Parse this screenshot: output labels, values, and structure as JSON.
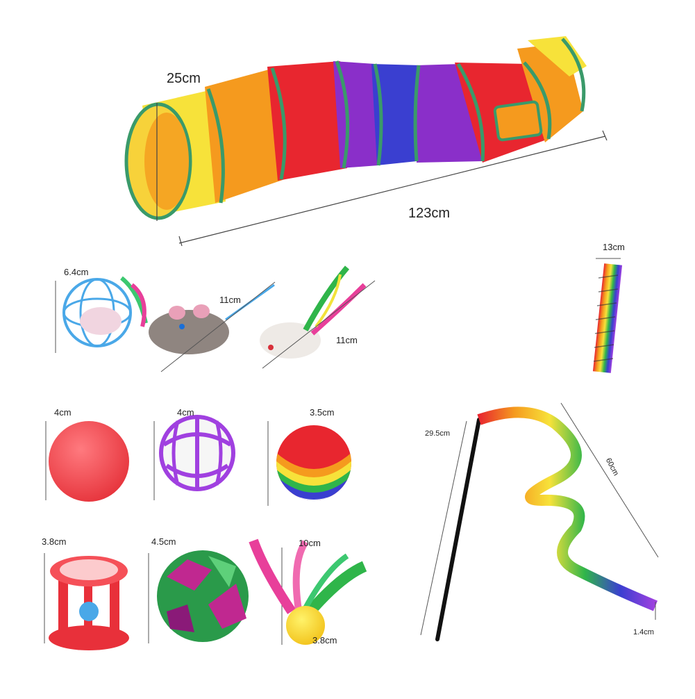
{
  "labels": {
    "tunnel_diameter": "25cm",
    "tunnel_length": "123cm",
    "cage_ball": "6.4cm",
    "grey_mouse": "11cm",
    "white_mouse": "11cm",
    "spring": "13cm",
    "red_ball": "4cm",
    "bell_ball": "4cm",
    "rainbow_ball": "3.5cm",
    "rattle": "3.8cm",
    "crinkle_ball": "4.5cm",
    "feather_toy": "10cm",
    "feather_ball": "3.8cm",
    "wand_stick": "29.5cm",
    "wand_ribbon": "60cm",
    "ribbon_width": "1.4cm"
  },
  "colors": {
    "yellow": "#f7e23a",
    "orange": "#f59a1e",
    "red": "#e8262f",
    "purple": "#8a2fc9",
    "blue": "#3a3fd0",
    "green_rim": "#3a9a6a",
    "ball_red": "#f0474f",
    "cage_blue": "#4aa8e8",
    "bell_purple": "#a040e0"
  }
}
